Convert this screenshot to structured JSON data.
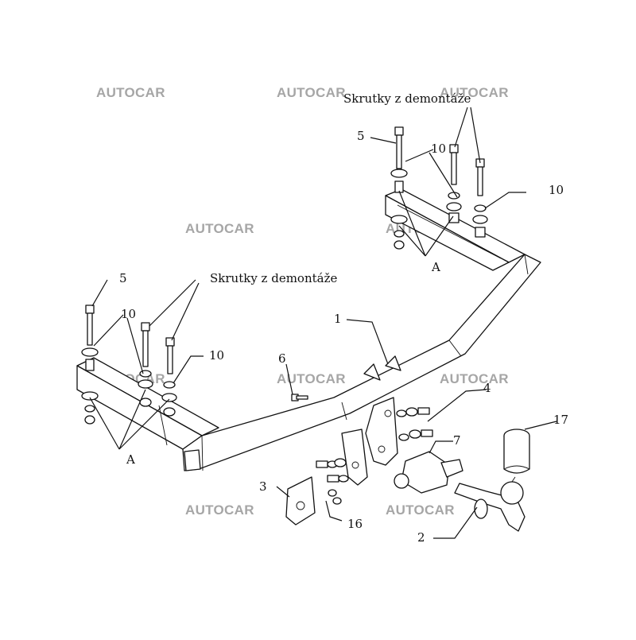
{
  "watermark": "AUTOCAR",
  "notes": {
    "top_right": "Skrutky z demontáže",
    "left": "Skrutky z demontáže"
  },
  "callouts": {
    "c1": "1",
    "c2": "2",
    "c3": "3",
    "c4": "4",
    "c5_top": "5",
    "c5_left": "5",
    "c6": "6",
    "c7": "7",
    "c10_top_a": "10",
    "c10_top_b": "10",
    "c10_left_a": "10",
    "c10_left_b": "10",
    "c16": "16",
    "c17": "17",
    "cA_top": "A",
    "cA_left": "A"
  },
  "colors": {
    "line": "#111111",
    "watermark": "#a6a6a6",
    "background": "#ffffff"
  }
}
